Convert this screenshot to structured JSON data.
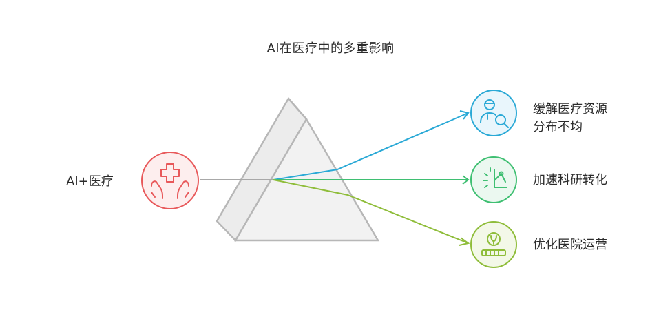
{
  "title": "AI在医疗中的多重影响",
  "input": {
    "label": "AI+医疗",
    "icon": "medical-hands-icon",
    "color": "#e8585a"
  },
  "outputs": [
    {
      "label_line1": "缓解医疗资源",
      "label_line2": "分布不均",
      "icon": "doctor-search-icon",
      "color": "#2aa9d6"
    },
    {
      "label_line1": "加速科研转化",
      "icon": "research-growth-icon",
      "color": "#3fbf72"
    },
    {
      "label_line1": "优化医院运营",
      "icon": "hospital-operations-icon",
      "color": "#8fbd3a"
    }
  ],
  "colors": {
    "prism_fill": "#f2f2f2",
    "prism_stroke": "#b7b7b7",
    "input_ray": "#a8a8a8"
  }
}
